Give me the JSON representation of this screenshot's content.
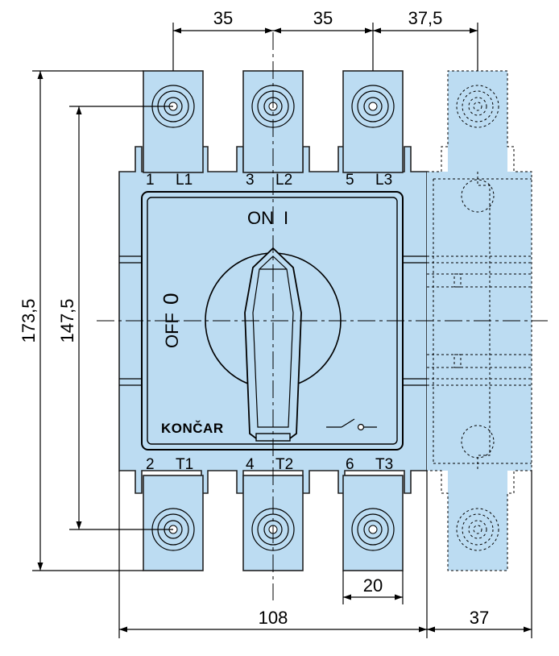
{
  "dimensions": {
    "top_pitch_1": "35",
    "top_pitch_2": "35",
    "top_aux": "37,5",
    "height_outer": "173,5",
    "height_inner": "147,5",
    "terminal_width": "20",
    "body_width": "108",
    "aux_width": "37"
  },
  "terminals_top": [
    {
      "number": "1",
      "label": "L1"
    },
    {
      "number": "3",
      "label": "L2"
    },
    {
      "number": "5",
      "label": "L3"
    }
  ],
  "terminals_bottom": [
    {
      "number": "2",
      "label": "T1"
    },
    {
      "number": "4",
      "label": "T2"
    },
    {
      "number": "6",
      "label": "T3"
    }
  ],
  "switch": {
    "on_label": "ON",
    "off_label": "OFF",
    "on_symbol": "I",
    "off_symbol": "0",
    "brand": "KONČAR"
  },
  "colors": {
    "body_fill": "#bcdcf2",
    "outline": "#222222"
  }
}
